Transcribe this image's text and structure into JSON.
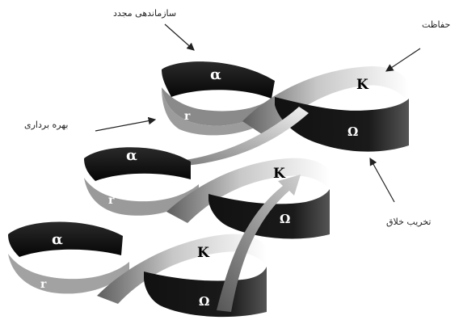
{
  "labels": {
    "reorganization": "سازماندهی مجدد",
    "conservation": "حفاظت",
    "exploitation": "بهره برداری",
    "creative_destruction": "تخریب خلاق"
  },
  "loops": [
    {
      "alpha": "α",
      "r": "r",
      "k": "K",
      "omega": "Ω"
    },
    {
      "alpha": "α",
      "r": "r",
      "k": "K",
      "omega": "Ω"
    },
    {
      "alpha": "α",
      "r": "r",
      "k": "K",
      "omega": "Ω"
    }
  ],
  "colors": {
    "dark": "#111111",
    "mid": "#7a7a7a",
    "light": "#efefef",
    "text_light": "#ffffff",
    "text_dark": "#000000"
  }
}
